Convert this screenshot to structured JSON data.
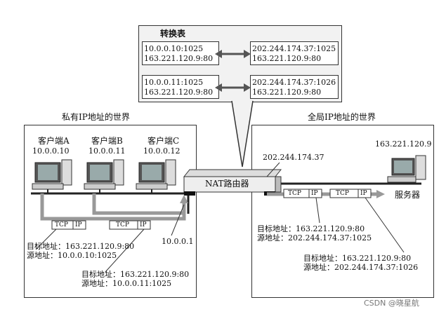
{
  "table": {
    "title": "转换表",
    "rows": [
      {
        "private_addr": "10.0.0.10:1025",
        "private_dst": "163.221.120.9:80",
        "public_addr": "202.244.174.37:1025",
        "public_dst": "163.221.120.9:80"
      },
      {
        "private_addr": "10.0.0.11:1025",
        "private_dst": "163.221.120.9:80",
        "public_addr": "202.244.174.37:1026",
        "public_dst": "163.221.120.9:80"
      }
    ]
  },
  "regions": {
    "private_title": "私有IP地址的世界",
    "global_title": "全局IP地址的世界"
  },
  "clients": [
    {
      "name": "客户端A",
      "ip": "10.0.0.10"
    },
    {
      "name": "客户端B",
      "ip": "10.0.0.11"
    },
    {
      "name": "客户端C",
      "ip": "10.0.0.12"
    }
  ],
  "router": {
    "label": "NAT路由器",
    "public_ip": "202.244.174.37",
    "private_ip": "10.0.0.1"
  },
  "server": {
    "ip": "163.221.120.9",
    "label": "服务器"
  },
  "packet": {
    "tcp": "TCP",
    "ip": "IP"
  },
  "addr_labels": {
    "private_a": {
      "dst_label": "目标地址：",
      "dst": "163.221.120.9:80",
      "src_label": "源地址：",
      "src": "10.0.0.10:1025"
    },
    "private_b": {
      "dst_label": "目标地址：",
      "dst": "163.221.120.9:80",
      "src_label": "源地址：",
      "src": "10.0.0.11:1025"
    },
    "global_a": {
      "dst_label": "目标地址：",
      "dst": "163.221.120.9:80",
      "src_label": "源地址：",
      "src": "202.244.174.37:1025"
    },
    "global_b": {
      "dst_label": "目标地址：",
      "dst": "163.221.120.9:80",
      "src_label": "源地址：",
      "src": "202.244.174.37:1026"
    }
  },
  "watermark": "CSDN @晓星航"
}
